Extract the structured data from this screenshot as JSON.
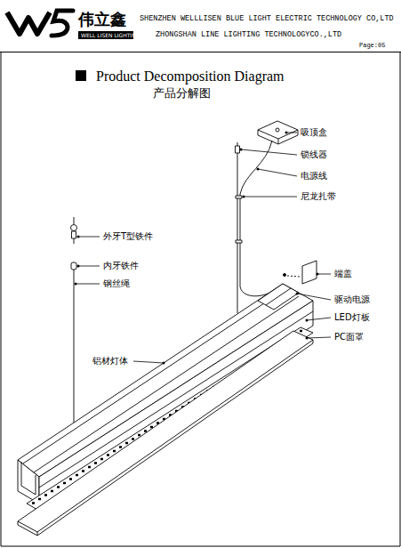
{
  "diagram": {
    "title": "Product Decomposition Diagram",
    "labels": [
      "伟立鑫",
      "WELL LISEN LIGHTING",
      "SHENZHEN WELLLISEN BLUE LIGHT ELECTRIC TECHNOLOGY CO,LTD",
      "ZHONGSHAN LINE LIGHTING TECHNOLOGYCO.,LTD",
      "Page:05",
      "产品分解图",
      "吸顶盒",
      "锁线器",
      "电源线",
      "尼龙扎带",
      "外牙T型铁件",
      "内牙铁件",
      "端盖",
      "钢丝绳",
      "驱动电源",
      "LED灯板",
      "PC面罩",
      "铝材灯体"
    ]
  }
}
